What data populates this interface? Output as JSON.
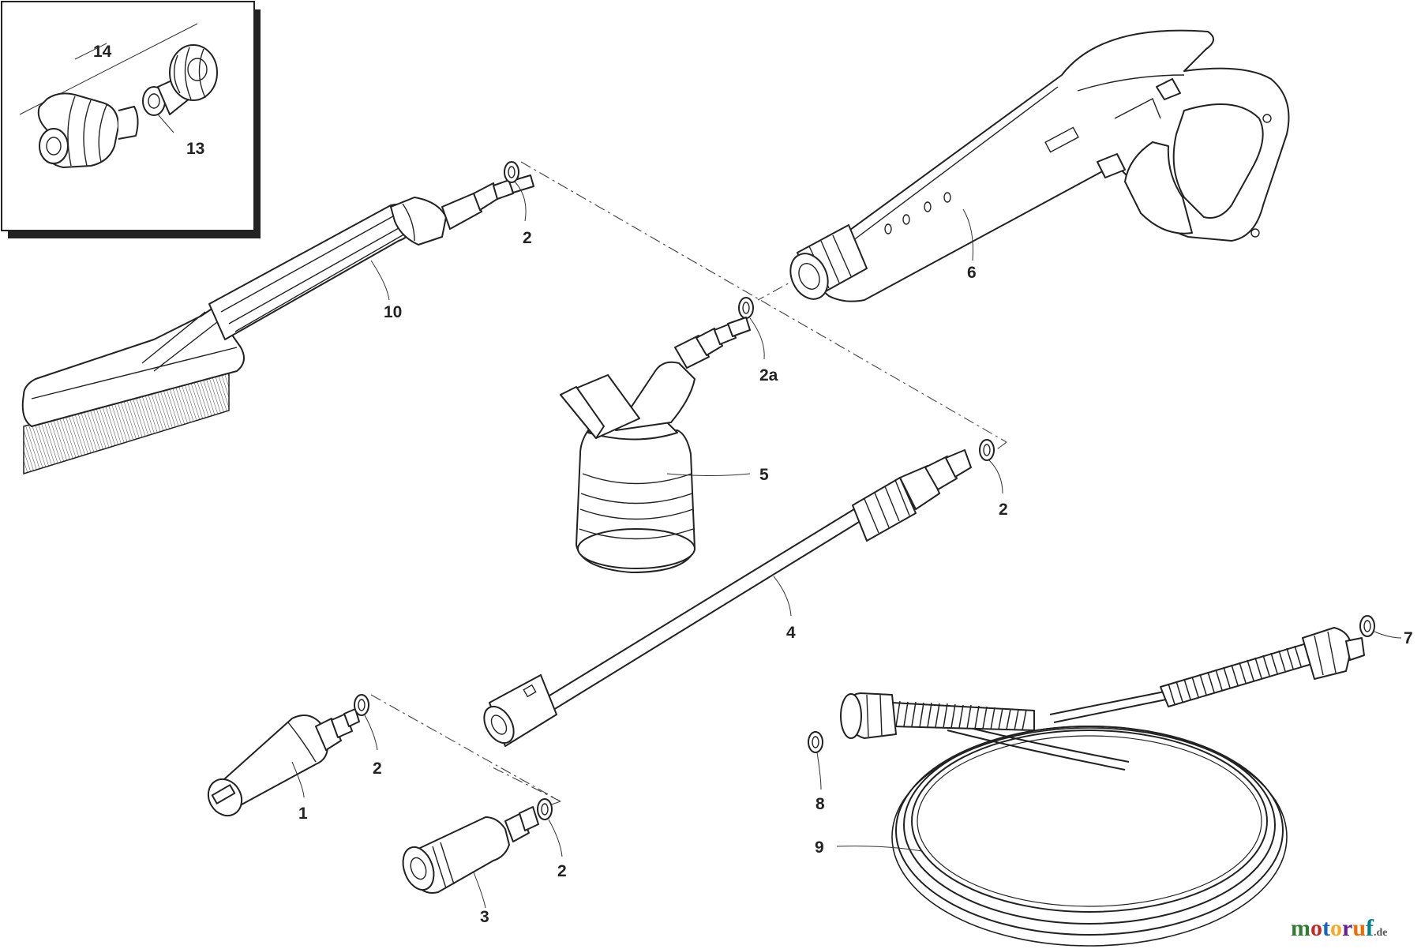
{
  "labels": {
    "p14": "14",
    "p13": "13",
    "p2_brush": "2",
    "p10": "10",
    "p6": "6",
    "p2a": "2a",
    "p5": "5",
    "p2_lance": "2",
    "p4": "4",
    "p7": "7",
    "p2_nozzle1": "2",
    "p1": "1",
    "p8": "8",
    "p9": "9",
    "p2_nozzle3": "2",
    "p3": "3"
  },
  "watermark": {
    "letters": [
      "m",
      "o",
      "t",
      "o",
      "r",
      "u",
      "f"
    ],
    "suffix": ".de",
    "colors": [
      "#2e7d32",
      "#c62828",
      "#1565c0",
      "#f9a825",
      "#6a1b9a",
      "#ef6c00",
      "#00838f"
    ]
  }
}
